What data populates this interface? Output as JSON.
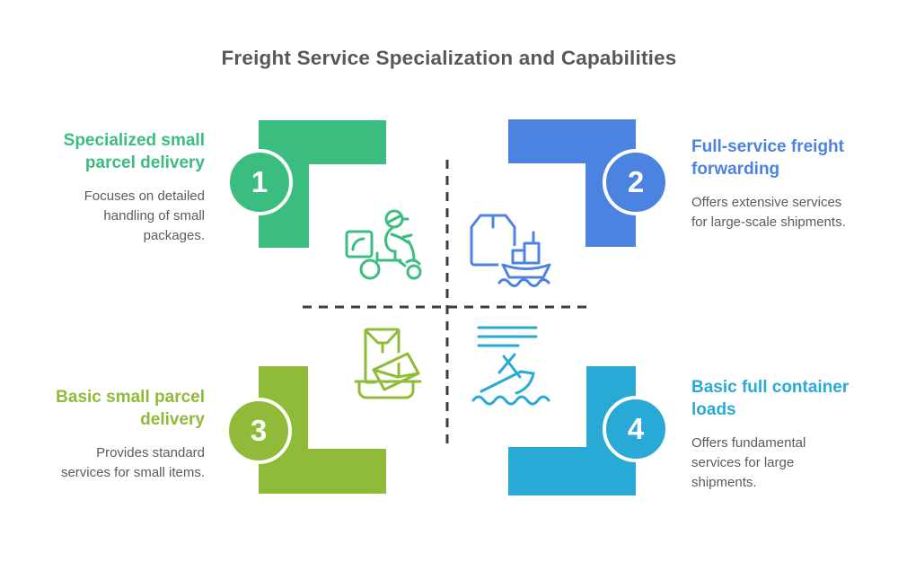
{
  "title": "Freight Service Specialization and Capabilities",
  "colors": {
    "q1": "#3CBD80",
    "q2": "#4C82E0",
    "q3": "#8FBB38",
    "q4": "#29A9D6",
    "dash": "#3E3E3E",
    "text": "#595C5E",
    "title": "#57585A",
    "badge_text": "#FFFFFF"
  },
  "quadrants": [
    {
      "number": "1",
      "heading": "Specialized small parcel delivery",
      "body": "Focuses on detailed handling of small packages.",
      "icon": "delivery-scooter-icon"
    },
    {
      "number": "2",
      "heading": "Full-service freight forwarding",
      "body": "Offers extensive services for large-scale shipments.",
      "icon": "cargo-ship-with-box-icon"
    },
    {
      "number": "3",
      "heading": "Basic small parcel delivery",
      "body": "Provides standard services for small items.",
      "icon": "envelope-tray-icon"
    },
    {
      "number": "4",
      "heading": "Basic full container loads",
      "body": "Offers fundamental services for large shipments.",
      "icon": "sinking-ship-icon"
    }
  ]
}
